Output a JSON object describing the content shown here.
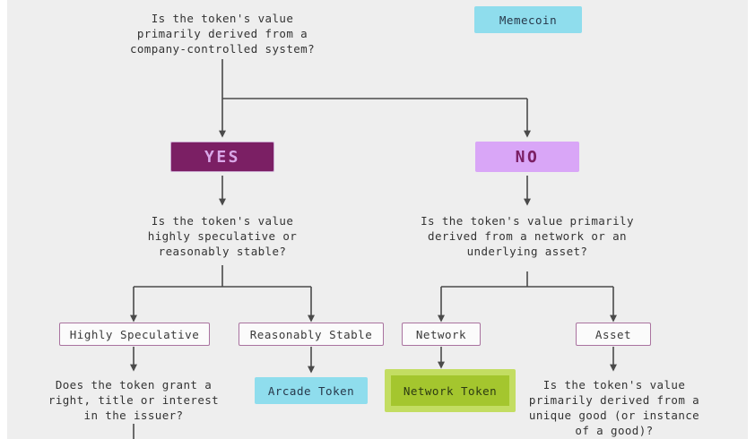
{
  "theme": {
    "page_background": "#ffffff",
    "canvas_background": "#eeeeee",
    "connector_color": "#4a4a4a",
    "question_text_color": "#333333",
    "chip_border": "#a9729f",
    "yes_fill": "#7b1f64",
    "yes_text": "#d9a8e8",
    "no_fill": "#d9a6f7",
    "no_text": "#7b1f64",
    "cyan_fill": "#8fdded",
    "green_fill": "#a4c62e",
    "green_highlight": "#c3dd62"
  },
  "diagram": {
    "type": "decision-tree",
    "root_question": "Is the token's value\nprimarily derived from a\ncompany-controlled system?",
    "legend_tile": "Memecoin",
    "branch_yes_label": "YES",
    "branch_no_label": "NO",
    "yes_question": "Is the token's value\nhighly speculative or\nreasonably stable?",
    "no_question": "Is the token's value primarily\nderived from a network or an\nunderlying asset?",
    "chip_highly_speculative": "Highly Speculative",
    "chip_reasonably_stable": "Reasonably Stable",
    "chip_network": "Network",
    "chip_asset": "Asset",
    "leaf_issuer_question": "Does the token grant a\nright, title or interest\nin the issuer?",
    "leaf_arcade_token": "Arcade Token",
    "leaf_network_token": "Network Token",
    "leaf_unique_good_question": "Is the token's value\nprimarily derived from a\nunique good (or instance\nof a good)?"
  }
}
